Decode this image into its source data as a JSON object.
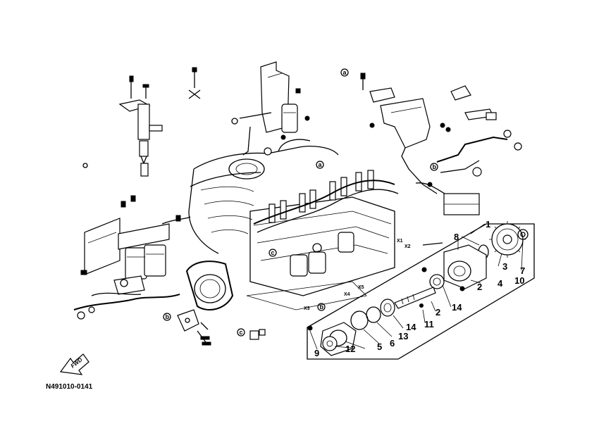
{
  "figure": {
    "ref_code": "N491010-0141",
    "fwd_label": "FWD",
    "circled_marks": {
      "a": "a",
      "b": "b",
      "c": "c"
    },
    "pipe_labels": {
      "x1": "X1",
      "x2": "X2",
      "x3": "X3",
      "x4": "X4",
      "x5": "X5"
    },
    "callouts": [
      {
        "id": "1",
        "text": "1"
      },
      {
        "id": "2",
        "text": "2"
      },
      {
        "id": "3",
        "text": "3"
      },
      {
        "id": "4",
        "text": "4"
      },
      {
        "id": "5",
        "text": "5"
      },
      {
        "id": "6",
        "text": "6"
      },
      {
        "id": "7",
        "text": "7"
      },
      {
        "id": "8",
        "text": "8"
      },
      {
        "id": "9",
        "text": "9"
      },
      {
        "id": "10",
        "text": "10"
      },
      {
        "id": "11",
        "text": "11"
      },
      {
        "id": "12",
        "text": "12"
      },
      {
        "id": "13",
        "text": "13"
      },
      {
        "id": "14a",
        "text": "14"
      },
      {
        "id": "14b",
        "text": "14"
      }
    ]
  }
}
